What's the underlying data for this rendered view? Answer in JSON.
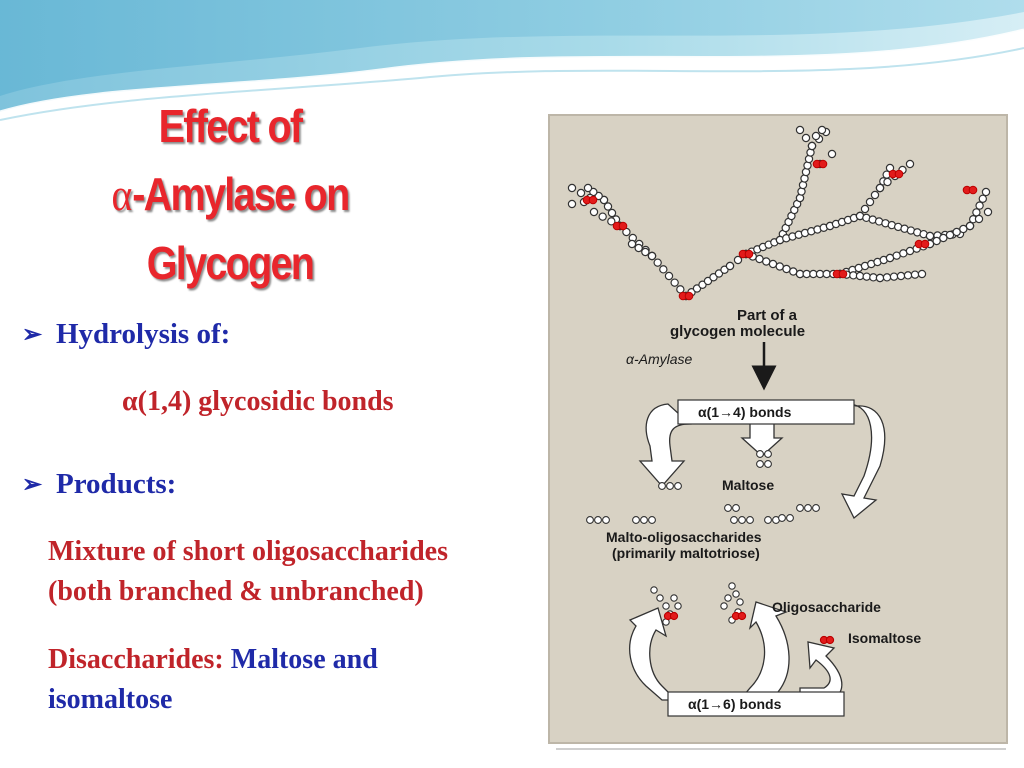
{
  "slide": {
    "title_line1": "Effect of",
    "title_alpha": "α",
    "title_line2": "-Amylase on",
    "title_line3": "Glycogen",
    "bullet1": "Hydrolysis of:",
    "bond_text": "α(1,4) glycosidic bonds",
    "bullet2": "Products:",
    "mixture_line1": "Mixture of short oligosaccharides",
    "mixture_line2": "(both branched & unbranched)",
    "disaccharides_label": "Disaccharides:",
    "disaccharides_value": "Maltose and",
    "disaccharides_line2": "isomaltose"
  },
  "figure": {
    "part_line1": "Part of a",
    "part_line2": "glycogen molecule",
    "enzyme": "α-Amylase",
    "bonds14": "α(1→4) bonds",
    "maltose": "Maltose",
    "malto_line1": "Malto-oligosaccharides",
    "malto_line2": "(primarily maltotriose)",
    "oligosaccharide": "Oligosaccharide",
    "isomaltose": "Isomaltose",
    "bonds16": "α(1→6) bonds"
  },
  "colors": {
    "title": "#e8262c",
    "bullet": "#1f2aa8",
    "body_red": "#c0242a",
    "figure_bg": "#d8d2c4",
    "branch_point": "#e21b1b"
  }
}
